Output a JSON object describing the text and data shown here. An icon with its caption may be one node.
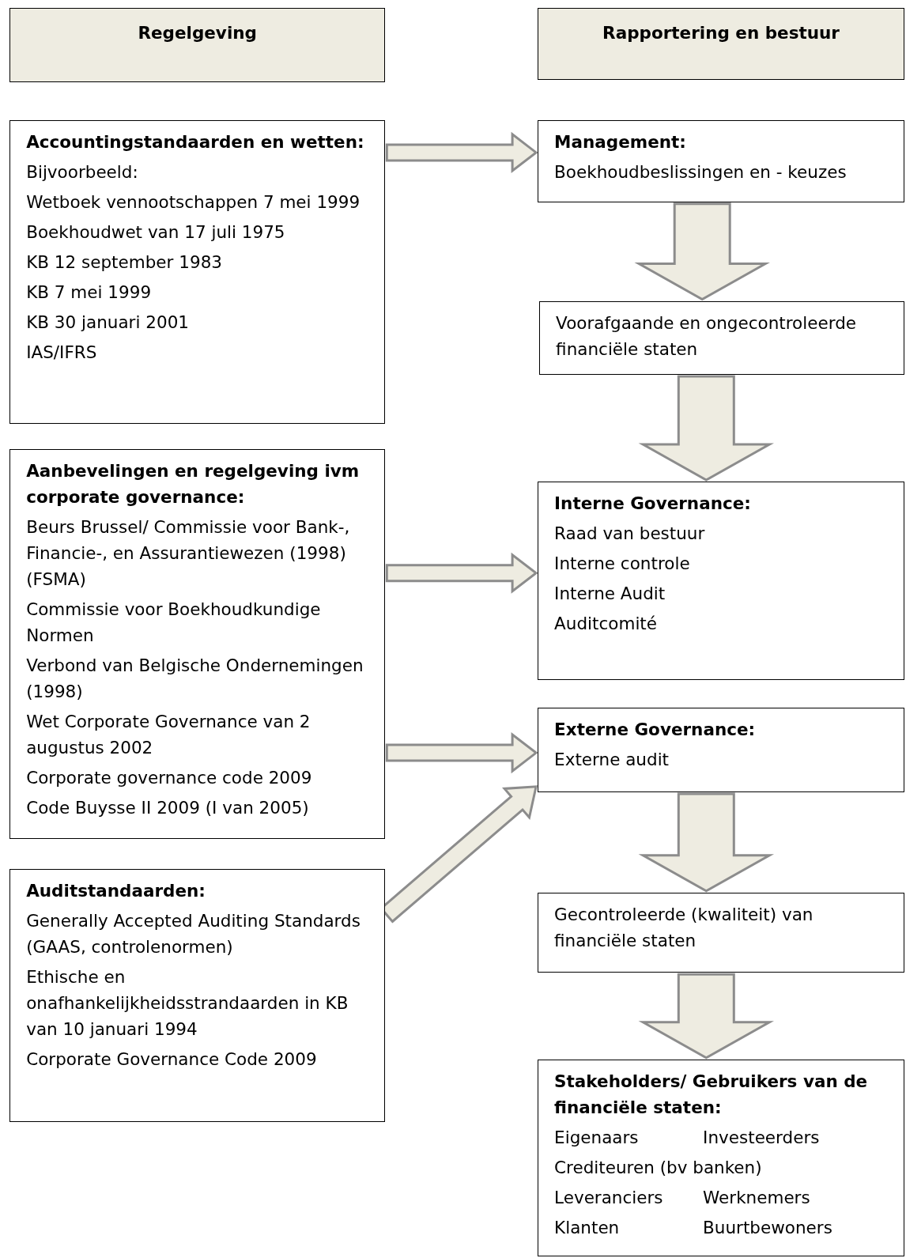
{
  "diagram": {
    "nodes": [
      {
        "text": [
          "Regelgeving"
        ]
      },
      {
        "text": [
          "Rapportering en bestuur"
        ]
      },
      {
        "text": [
          "Accountingstandaarden en wetten:",
          "Bijvoorbeeld:",
          "Wetboek vennootschappen 7 mei 1999",
          "Boekhoudwet van 17 juli 1975",
          "KB 12 september 1983",
          "KB 7 mei 1999",
          "KB 30 januari 2001",
          "IAS/IFRS"
        ]
      },
      {
        "text": [
          "Aanbevelingen en regelgeving ivm corporate governance:",
          "Beurs Brussel/ Commissie voor Bank-, Financie-, en Assurantiewezen (1998) (FSMA)",
          "Commissie voor Boekhoudkundige Normen",
          "Verbond van Belgische Ondernemingen (1998)",
          "Wet Corporate Governance van 2 augustus 2002",
          "Corporate governance code 2009",
          "Code Buysse II 2009 (I van 2005)"
        ]
      },
      {
        "text": [
          "Auditstandaarden:",
          "Generally Accepted Auditing Standards (GAAS, controlenormen)",
          "Ethische en onafhankelijkheidsstrandaarden in KB van 10 januari 1994",
          "Corporate Governance Code 2009"
        ]
      },
      {
        "text": [
          "Management:",
          "Boekhoudbeslissingen en - keuzes"
        ]
      },
      {
        "text": [
          "Voorafgaande en ongecontroleerde financiële staten"
        ]
      },
      {
        "text": [
          "Interne Governance:",
          "Raad van bestuur",
          "Interne controle",
          "Interne Audit",
          "Auditcomité"
        ]
      },
      {
        "text": [
          "Externe Governance:",
          "Externe audit"
        ]
      },
      {
        "text": [
          "Gecontroleerde (kwaliteit) van financiële staten"
        ]
      },
      {
        "text": [
          "Stakeholders/ Gebruikers van de financiële staten:",
          "Eigenaars",
          "Investeerders",
          "Crediteuren (bv banken)",
          "Leveranciers",
          "Werknemers",
          "Klanten",
          "Buurtbewoners"
        ]
      }
    ],
    "edges": [
      {
        "from": 2,
        "to": 5,
        "arrow": "to"
      },
      {
        "from": 5,
        "to": 6,
        "arrow": "to"
      },
      {
        "from": 6,
        "to": 7,
        "arrow": "to"
      },
      {
        "from": 3,
        "to": 7,
        "arrow": "to"
      },
      {
        "from": 3,
        "to": 8,
        "arrow": "to"
      },
      {
        "from": 4,
        "to": 8,
        "arrow": "to"
      },
      {
        "from": 8,
        "to": 9,
        "arrow": "to"
      },
      {
        "from": 9,
        "to": 10,
        "arrow": "to"
      }
    ]
  }
}
